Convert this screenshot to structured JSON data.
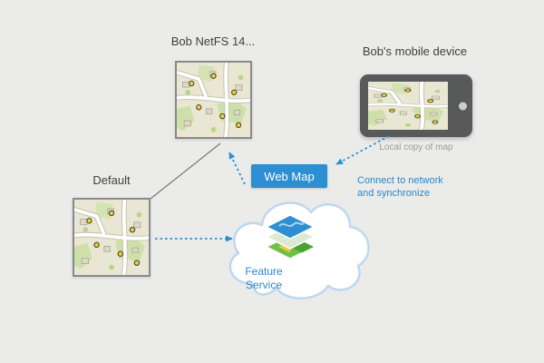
{
  "labels": {
    "netfs": "Bob NetFS 14...",
    "mobile": "Bob's mobile device",
    "local_copy": "Local copy of map",
    "default": "Default",
    "web_map": "Web Map",
    "feature_service_line1": "Feature",
    "feature_service_line2": "Service",
    "sync_line1": "Connect to network",
    "sync_line2": "and synchronize"
  },
  "colors": {
    "accent_blue": "#2d8fd2",
    "arrow_blue": "#2e8fd0",
    "text_blue": "#2b87c8",
    "cloud_stroke": "#bdd8ee",
    "map_background": "#e9e7d4",
    "poi_yellow": "#f6d32b"
  }
}
